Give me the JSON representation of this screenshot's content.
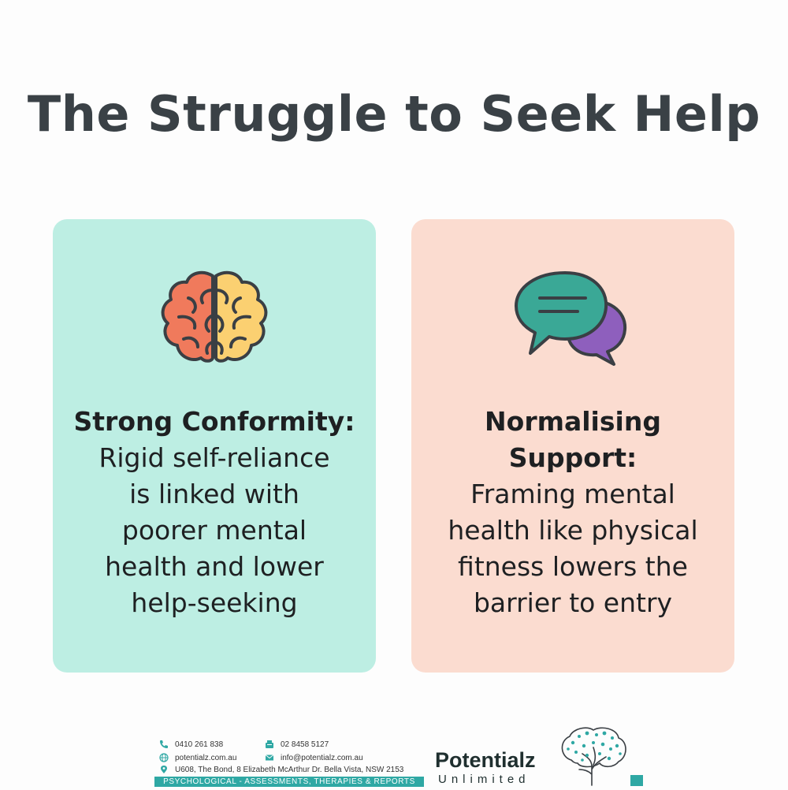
{
  "title": "The Struggle to Seek Help",
  "cards": [
    {
      "icon": "brain-icon",
      "heading": "Strong Conformity:",
      "body_lines": [
        "Rigid self-reliance",
        "is linked with",
        "poorer mental",
        "health and lower",
        "help-seeking"
      ],
      "bg": "#bdeee3"
    },
    {
      "icon": "speech-bubbles-icon",
      "heading_lines": [
        "Normalising",
        "Support:"
      ],
      "body_lines": [
        "Framing mental",
        "health like physical",
        "fitness lowers the",
        "barrier to entry"
      ],
      "bg": "#fbdcd0"
    }
  ],
  "footer": {
    "phone": "0410  261 838",
    "fax": "02 8458 5127",
    "website": "potentialz.com.au",
    "email": "info@potentialz.com.au",
    "address": "U608, The Bond, 8 Elizabeth McArthur Dr. Bella Vista, NSW 2153",
    "tagline": "PSYCHOLOGICAL - ASSESSMENTS, THERAPIES & REPORTS",
    "brand_name": "Potentialz",
    "brand_sub": "Unlimited",
    "accent": "#2fa8a4"
  }
}
